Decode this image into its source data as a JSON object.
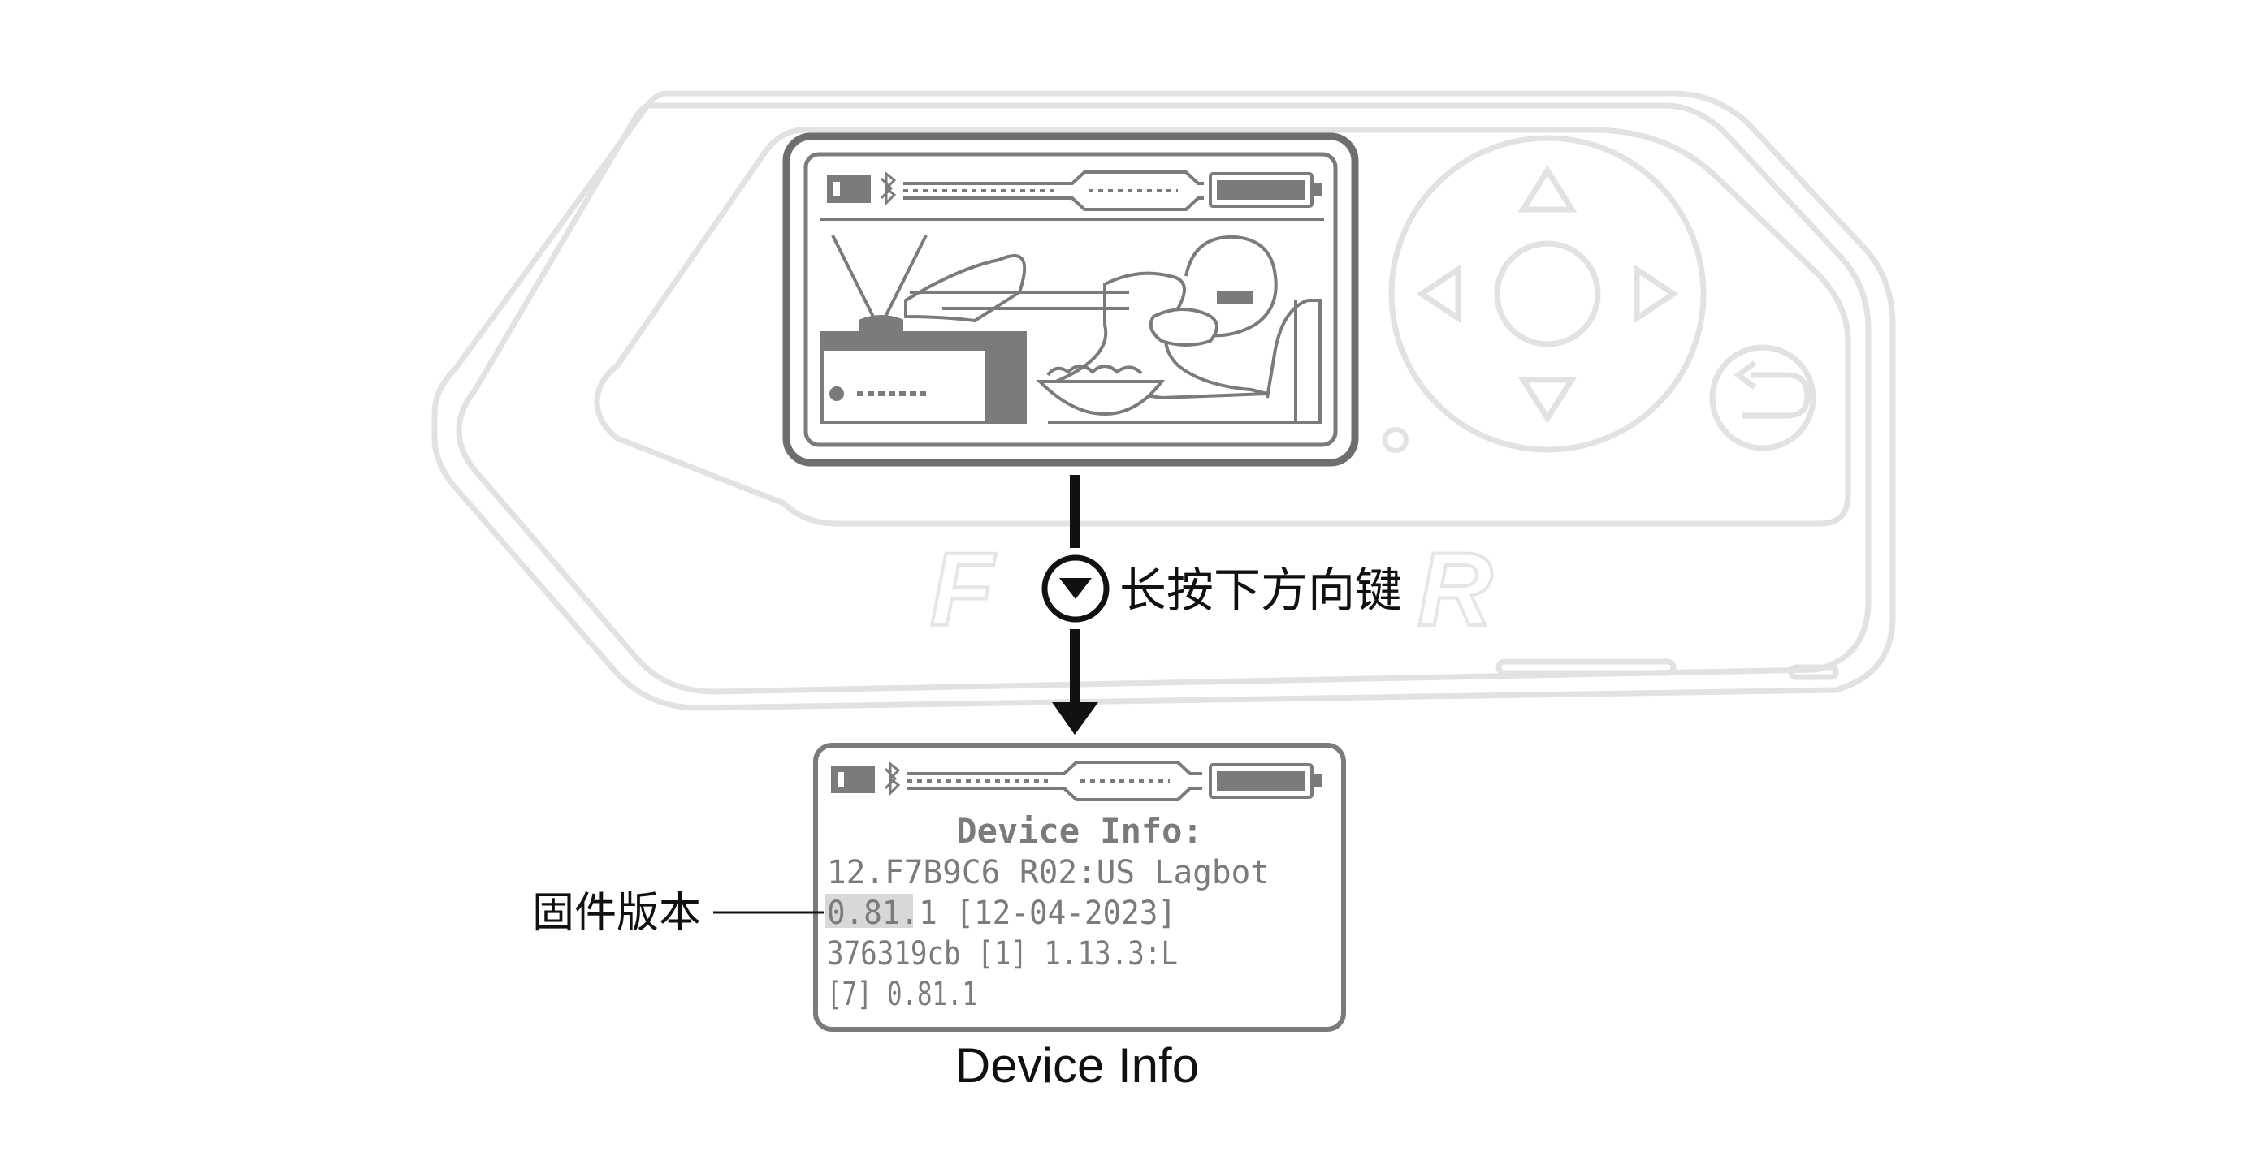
{
  "instruction": {
    "label": "长按下方向键",
    "button_icon": "down-arrow-button-icon"
  },
  "device": {
    "logo_letters": [
      "F",
      "R"
    ],
    "dpad_icons": [
      "up-arrow-icon",
      "left-arrow-icon",
      "right-arrow-icon",
      "down-arrow-icon"
    ],
    "back_icon": "back-arrow-icon"
  },
  "home_screen": {
    "status_icons": [
      "sd-card-icon",
      "bluetooth-icon",
      "battery-icon"
    ],
    "scene": "dolphin-relaxing-on-couch"
  },
  "info_screen": {
    "title": "Device Info:",
    "lines": [
      "12.F7B9C6 R02:US Lagbot",
      "0.81.1 [12-04-2023]",
      "376319cb [1] 1.13.3:L",
      "[7] 0.81.1"
    ],
    "highlight": "0.81.1"
  },
  "callout": {
    "label": "固件版本"
  },
  "caption": "Device Info",
  "colors": {
    "device_outline": "#e0e0e0",
    "screen_frame": "#6e6e6e",
    "screen_pixel": "#7b7b7b",
    "arrow": "#111111",
    "highlight": "#d8d8d8",
    "text": "#111111"
  }
}
